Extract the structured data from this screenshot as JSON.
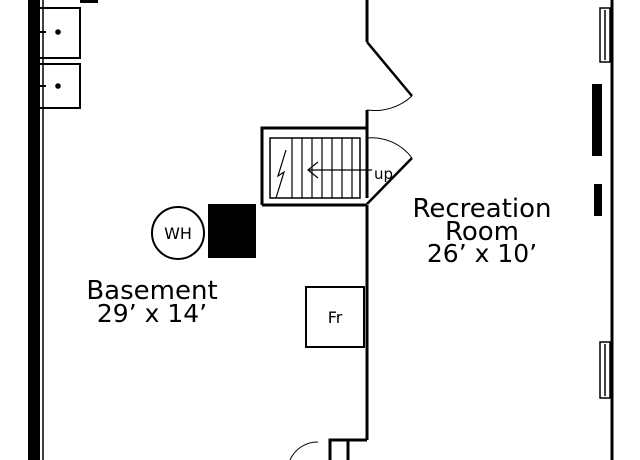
{
  "rooms": [
    {
      "name": "Basement",
      "dimensions": "29’ x 14’"
    },
    {
      "name_line1": "Recreation",
      "name_line2": "Room",
      "dimensions": "26’ x 10’"
    }
  ],
  "fixtures": {
    "water_heater": "WH",
    "fridge": "Fr",
    "stairs_direction": "up"
  },
  "colors": {
    "lines": "#000000",
    "background": "#ffffff"
  }
}
